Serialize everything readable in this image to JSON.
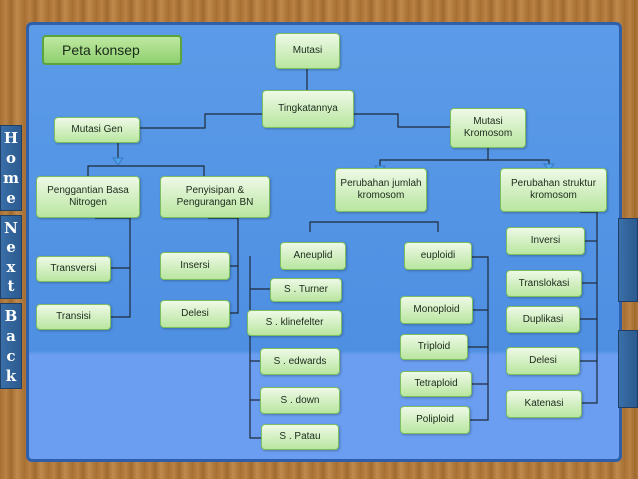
{
  "title": "Peta konsep",
  "nav": {
    "home": [
      "H",
      "o",
      "m",
      "e"
    ],
    "next": [
      "N",
      "e",
      "x",
      "t"
    ],
    "back": [
      "B",
      "a",
      "c",
      "k"
    ]
  },
  "nodes": {
    "mutasi": "Mutasi",
    "tingkatannya": "Tingkatannya",
    "mutasi_gen": "Mutasi Gen",
    "mutasi_kromosom": "Mutasi\nKromosom",
    "penggantian_basa": "Penggantian Basa\nNitrogen",
    "penyisipan": "Penyisipan &\nPengurangan BN",
    "perubahan_jumlah": "Perubahan jumlah\nkromosom",
    "perubahan_struktur": "Perubahan struktur\nkromosom",
    "transversi": "Transversi",
    "transisi": "Transisi",
    "insersi": "Insersi",
    "delesi_gen": "Delesi",
    "aneuplid": "Aneuplid",
    "euploidi": "euploidi",
    "s_turner": "S . Turner",
    "s_klinefelter": "S . klinefelter",
    "s_edwards": "S . edwards",
    "s_down": "S . down",
    "s_patau": "S . Patau",
    "monoploid": "Monoploid",
    "triploid": "Triploid",
    "tetraploid": "Tetraploid",
    "poliploid": "Poliploid",
    "inversi": "Inversi",
    "translokasi": "Translokasi",
    "duplikasi": "Duplikasi",
    "delesi_kromosom": "Delesi",
    "katenasi": "Katenasi"
  },
  "colors": {
    "board": "#4e8fe2",
    "node_fill": "#c6ecb0",
    "line": "#1e2b3a",
    "frame": "#b07a3a"
  }
}
